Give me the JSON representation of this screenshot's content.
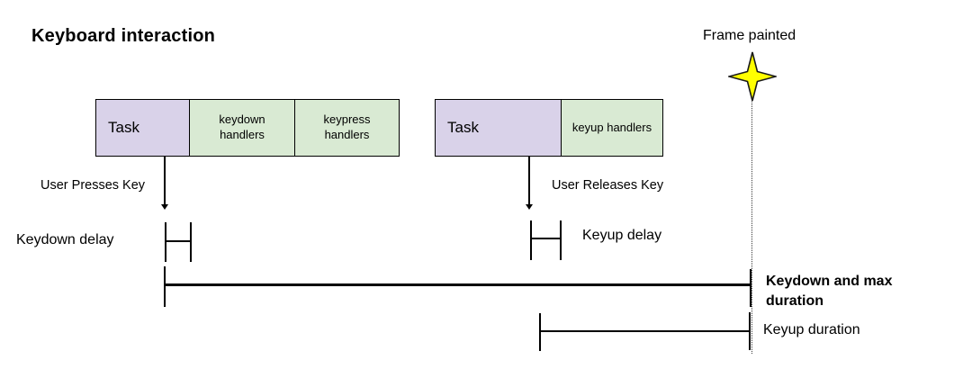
{
  "title": "Keyboard interaction",
  "frame_painted": {
    "label": "Frame painted",
    "icon": "four-point-star-icon"
  },
  "keydown_group": {
    "task_label": "Task",
    "handlers": [
      "keydown handlers",
      "keypress handlers"
    ]
  },
  "keyup_group": {
    "task_label": "Task",
    "handlers": [
      "keyup handlers"
    ]
  },
  "annotations": {
    "user_presses": "User Presses Key",
    "keydown_delay": "Keydown delay",
    "user_releases": "User Releases Key",
    "keyup_delay": "Keyup delay",
    "keydown_duration": "Keydown and max duration",
    "keyup_duration": "Keyup duration"
  },
  "colors": {
    "task_fill": "#d9d2e9",
    "handler_fill": "#d9ead3",
    "star_fill": "#ffff00",
    "line": "#000000",
    "background": "#ffffff"
  }
}
